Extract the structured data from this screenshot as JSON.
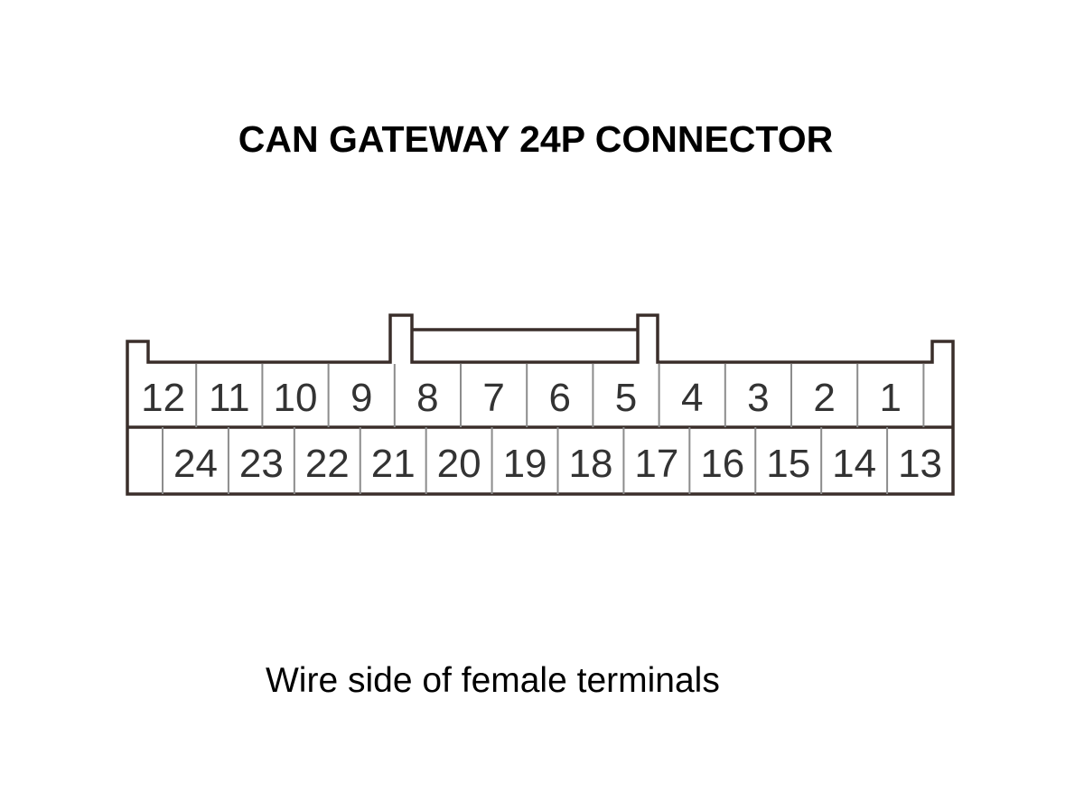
{
  "title": "CAN GATEWAY 24P CONNECTOR",
  "caption": "Wire side of female terminals",
  "colors": {
    "outline": "#3a2e2a",
    "cell_divider": "#9a9a9a",
    "pin_text": "#333333",
    "text": "#000000"
  },
  "connector": {
    "pin_count": 24,
    "top_row": [
      "12",
      "11",
      "10",
      "9",
      "8",
      "7",
      "6",
      "5",
      "4",
      "3",
      "2",
      "1"
    ],
    "bottom_row": [
      "24",
      "23",
      "22",
      "21",
      "20",
      "19",
      "18",
      "17",
      "16",
      "15",
      "14",
      "13"
    ]
  }
}
